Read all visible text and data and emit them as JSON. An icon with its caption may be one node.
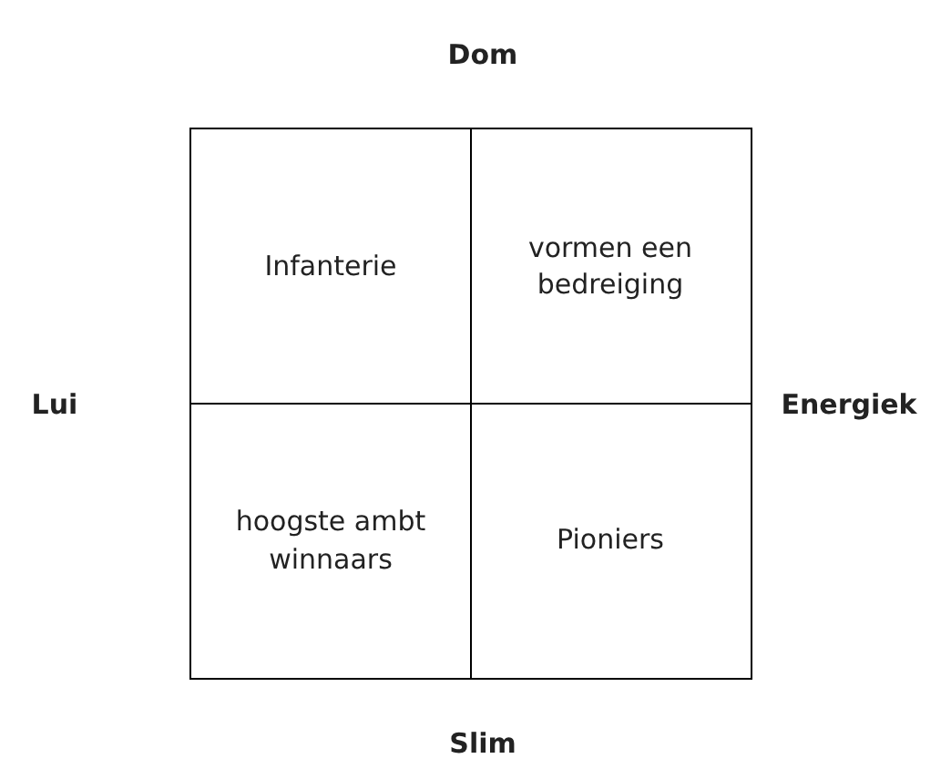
{
  "diagram": {
    "nodes": [
      {
        "text": [
          "Infanterie"
        ]
      },
      {
        "text": [
          "vormen een bedreiging"
        ]
      },
      {
        "text": [
          "hoogste ambt winnaars"
        ]
      },
      {
        "text": [
          "Pioniers"
        ]
      }
    ],
    "labels": [
      "Dom",
      "Lui",
      "Energiek",
      "Slim"
    ]
  }
}
